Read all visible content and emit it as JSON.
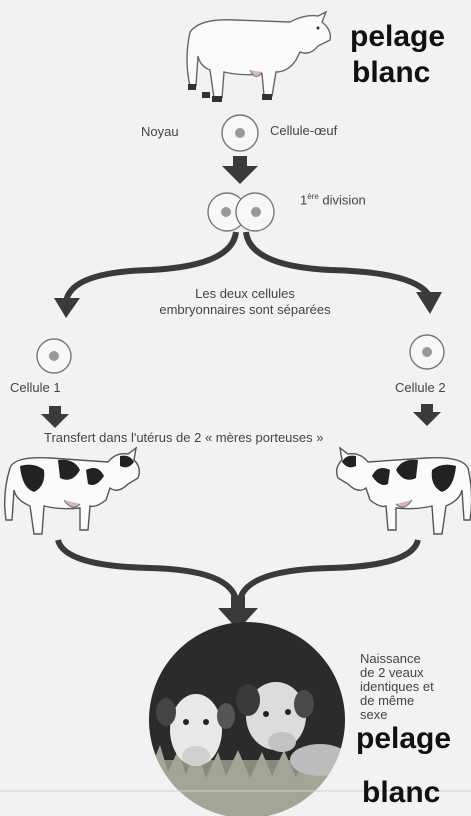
{
  "top": {
    "trait_line1": "pelage",
    "trait_line2": "blanc"
  },
  "labels": {
    "noyau": "Noyau",
    "cellule_oeuf": "Cellule-œuf",
    "division_num": "1",
    "division_sup": "ère",
    "division_word": "division",
    "separees_line1": "Les deux cellules",
    "separees_line2": "embryonnaires sont séparées",
    "cellule1": "Cellule 1",
    "cellule2": "Cellule 2",
    "transfert": "Transfert dans l'utérus de 2 « mères porteuses »"
  },
  "bottom": {
    "naissance_line1": "Naissance",
    "naissance_line2": "de 2 veaux",
    "naissance_line3": "identiques et",
    "naissance_line4": "de même",
    "naissance_line5": "sexe",
    "trait_line1": "pelage",
    "trait_line2": "blanc"
  },
  "colors": {
    "arrow": "#3a3a3a",
    "cell_outline": "#777777",
    "nucleus": "#888888",
    "photo_dark": "#2b2b2b"
  }
}
